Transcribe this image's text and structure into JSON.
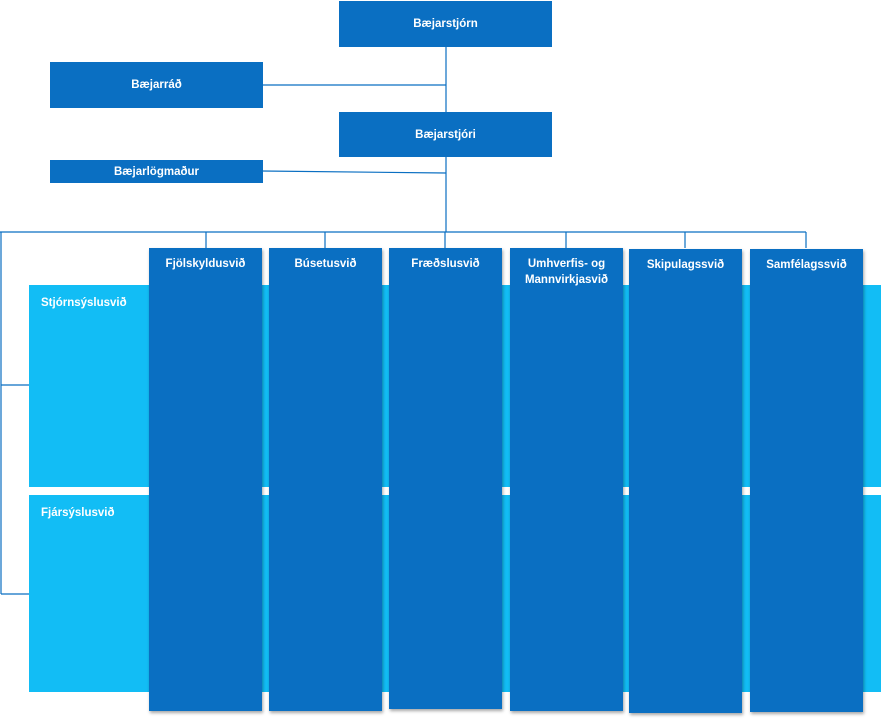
{
  "top": {
    "council": "Bæjarstjórn",
    "board": "Bæjarráð",
    "mayor": "Bæjarstjóri",
    "lawyer": "Bæjarlögmaður"
  },
  "bands": [
    {
      "label": "Stjórnsýslusvið"
    },
    {
      "label": "Fjársýslusvið"
    }
  ],
  "divisions": [
    {
      "label": "Fjölskyldusvið"
    },
    {
      "label": "Búsetusvið"
    },
    {
      "label": "Fræðslusvið"
    },
    {
      "label": "Umhverfis- og Mannvirkjasvið"
    },
    {
      "label": "Skipulagssvið"
    },
    {
      "label": "Samfélagssvið"
    }
  ],
  "colors": {
    "dark_blue": "#0a6fc2",
    "light_blue": "#12bdf5"
  }
}
